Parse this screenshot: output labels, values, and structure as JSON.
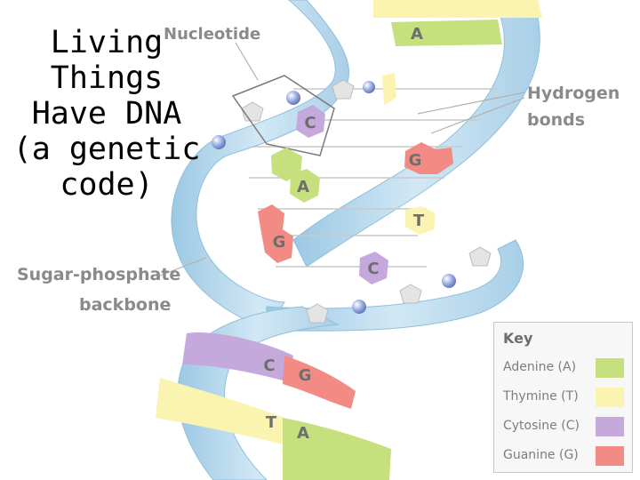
{
  "title": {
    "lines": [
      "Living",
      "Things",
      "Have DNA",
      "(a genetic",
      "code)"
    ]
  },
  "labels": {
    "nucleotide": "Nucleotide",
    "hydrogen_line1": "Hydrogen",
    "hydrogen_line2": "bonds",
    "sugar_line1": "Sugar-phosphate",
    "sugar_line2": "backbone"
  },
  "bases": {
    "a1": "A",
    "c1": "C",
    "g1": "G",
    "a2": "A",
    "t1": "T",
    "g2": "G",
    "c2": "C",
    "c3": "C",
    "g3": "G",
    "t2": "T",
    "a3": "A"
  },
  "key": {
    "title": "Key",
    "items": [
      {
        "label": "Adenine (A)",
        "color": "#c5e07c"
      },
      {
        "label": "Thymine (T)",
        "color": "#fbf3b0"
      },
      {
        "label": "Cytosine (C)",
        "color": "#c5a9dd"
      },
      {
        "label": "Guanine (G)",
        "color": "#f28b84"
      }
    ]
  },
  "colors": {
    "backbone": "#b8d8ec",
    "backbone_edge": "#8fbfdc",
    "adenine": "#c5e07c",
    "thymine": "#fbf3b0",
    "cytosine": "#c5a9dd",
    "guanine": "#f28b84"
  }
}
